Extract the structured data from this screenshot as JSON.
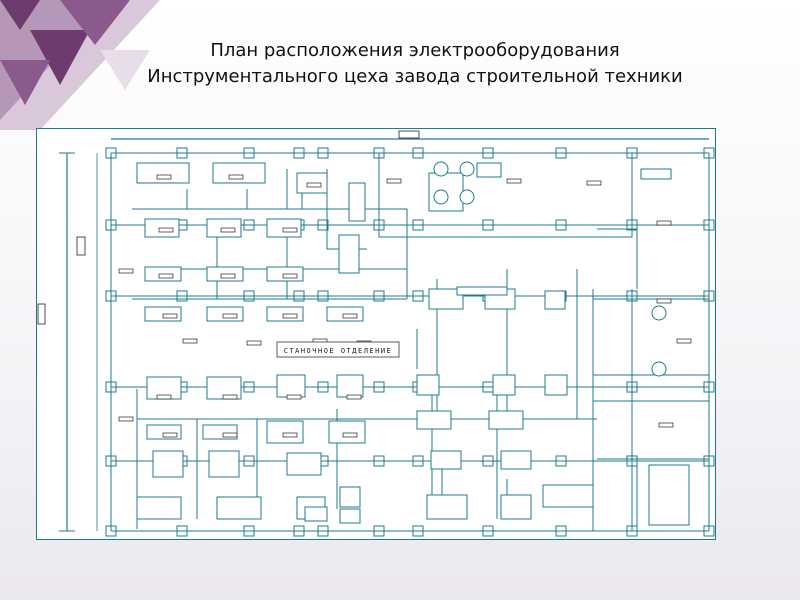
{
  "slide": {
    "title_line1": "План расположения электрооборудования",
    "title_line2": "Инструментального цеха завода строительной техники"
  },
  "plan": {
    "line_color": "#1f7a8c",
    "accent_colors": [
      "#6d3b6e",
      "#8b5a8d",
      "#b597b8",
      "#d9c8da"
    ],
    "center_label": "СТАНОЧНОЕ ОТДЕЛЕНИЕ"
  }
}
